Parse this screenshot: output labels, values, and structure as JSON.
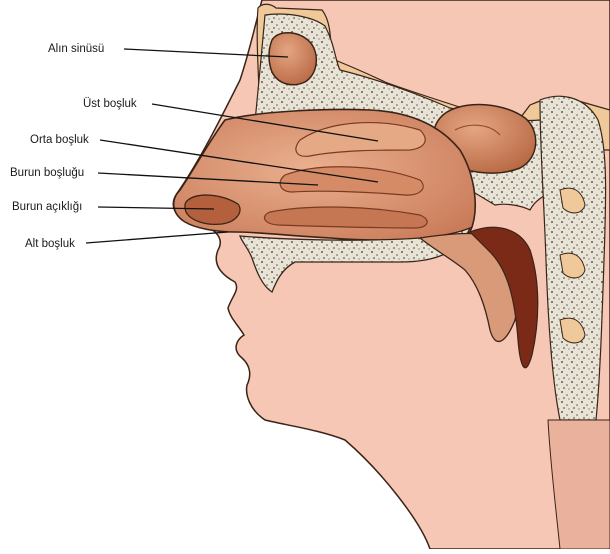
{
  "diagram": {
    "labels": [
      {
        "id": "alin-sinusu",
        "text": "Alın sinüsü"
      },
      {
        "id": "ust-bosluk",
        "text": "Üst boşluk"
      },
      {
        "id": "orta-bosluk",
        "text": "Orta boşluk"
      },
      {
        "id": "burun-boslugu",
        "text": "Burun boşluğu"
      },
      {
        "id": "burun-acikligi",
        "text": "Burun açıklığı"
      },
      {
        "id": "alt-bosluk",
        "text": "Alt boşluk"
      }
    ],
    "colors": {
      "skin": "#f6c7b4",
      "skin_shadow": "#eab29d",
      "outline": "#3a2418",
      "bone_fill": "#e9e3d6",
      "bone_speckle": "#5b5b55",
      "cavity": "#d99a7a",
      "cavity_dark": "#a65236",
      "sinus": "#c77d55",
      "sinus_light": "#e6a986",
      "throat_dark": "#7b2a17",
      "tan": "#f0c99b",
      "leader": "#111111"
    }
  }
}
